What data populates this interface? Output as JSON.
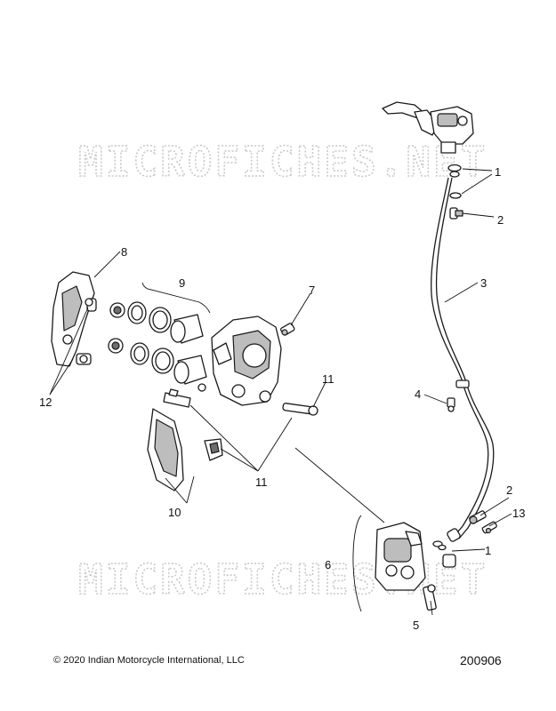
{
  "watermark": "MICROFICHES.NET",
  "callouts": {
    "c1_top": "1",
    "c2_top": "2",
    "c3": "3",
    "c4": "4",
    "c5": "5",
    "c6": "6",
    "c7": "7",
    "c8": "8",
    "c9": "9",
    "c10": "10",
    "c11_top": "11",
    "c11_bottom": "11",
    "c12": "12",
    "c13": "13",
    "c2_bottom": "2",
    "c1_bottom": "1"
  },
  "footer": {
    "copyright": "© 2020 Indian Motorcycle International, LLC",
    "diagram_id": "200906"
  }
}
